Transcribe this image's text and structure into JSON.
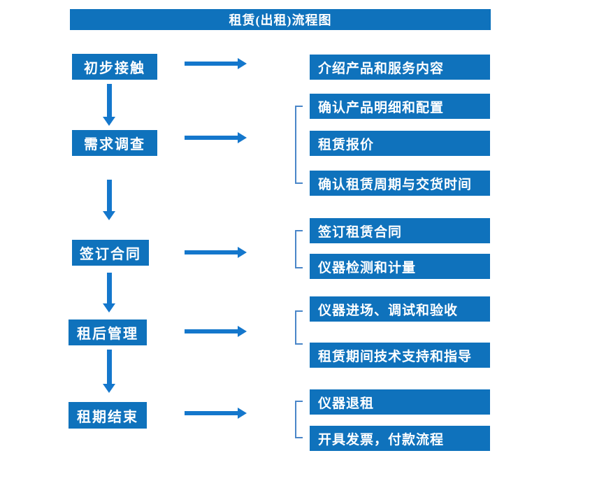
{
  "title": "租赁(出租)流程图",
  "colors": {
    "box_blue": "#0F72BC",
    "arrow_blue": "#1477CC",
    "bracket_blue": "#4A86C8",
    "text_white": "#FFFFFF",
    "background": "#FFFFFF"
  },
  "stages": [
    {
      "label": "初步接触",
      "outputs": [
        "介绍产品和服务内容"
      ]
    },
    {
      "label": "需求调查",
      "outputs": [
        "确认产品明细和配置",
        "租赁报价",
        "确认租赁周期与交货时间"
      ]
    },
    {
      "label": "签订合同",
      "outputs": [
        "签订租赁合同",
        "仪器检测和计量"
      ]
    },
    {
      "label": "租后管理",
      "outputs": [
        "仪器进场、调试和验收",
        "租赁期间技术支持和指导"
      ]
    },
    {
      "label": "租期结束",
      "outputs": [
        "仪器退租",
        "开具发票，付款流程"
      ]
    }
  ]
}
